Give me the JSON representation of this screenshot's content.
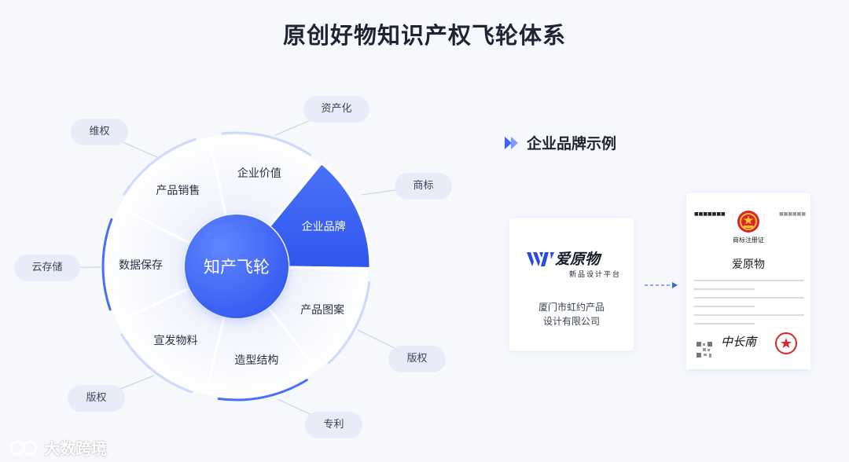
{
  "title": "原创好物知识产权飞轮体系",
  "wheel": {
    "center": "知产飞轮",
    "segments": [
      {
        "label": "企业价值",
        "active": false
      },
      {
        "label": "企业品牌",
        "active": true
      },
      {
        "label": "产品图案",
        "active": false
      },
      {
        "label": "造型结构",
        "active": false
      },
      {
        "label": "宣发物料",
        "active": false
      },
      {
        "label": "数据保存",
        "active": false
      },
      {
        "label": "产品销售",
        "active": false
      }
    ],
    "tags": [
      "资产化",
      "商标",
      "版权",
      "专利",
      "版权",
      "云存储",
      "维权"
    ]
  },
  "example": {
    "heading": "企业品牌示例",
    "brand_name": "爱原物",
    "brand_sub": "新品设计平台",
    "company_line1": "厦门市虹约产品",
    "company_line2": "设计有限公司",
    "cert_title": "商标注册证",
    "cert_mark": "爱原物",
    "cert_sign": "中长南"
  },
  "watermark": "大数跨境",
  "colors": {
    "accent": "#3d63f2",
    "accent_light": "#6a8cff",
    "tag_bg": "#e7ecf8",
    "seal_red": "#d8262b"
  }
}
